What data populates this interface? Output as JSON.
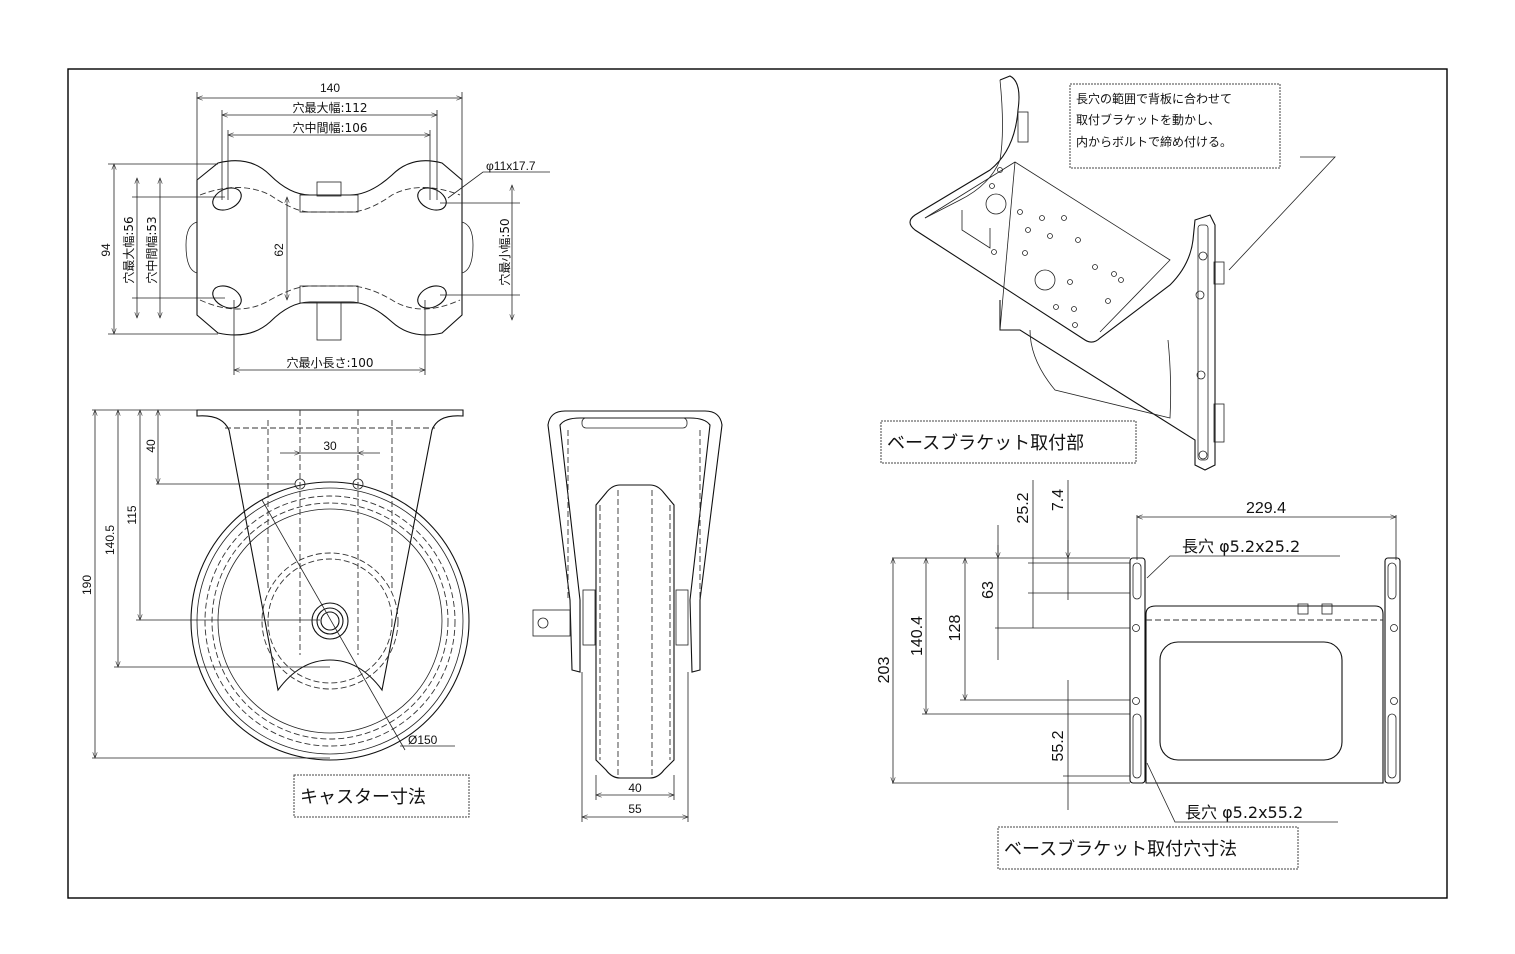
{
  "drawing": {
    "title_caster": "キャスター寸法",
    "title_bracket_part": "ベースブラケット取付部",
    "title_bracket_holes": "ベースブラケット取付穴寸法",
    "note_lines": [
      "長穴の範囲で背板に合わせて",
      "取付ブラケットを動かし、",
      "内からボルトで締め付ける。"
    ]
  },
  "top_view": {
    "overall_width": "140",
    "hole_max_width": "穴最大幅:112",
    "hole_mid_width": "穴中間幅:106",
    "hole_min_length": "穴最小長さ:100",
    "overall_depth": "94",
    "hole_max_depth": "穴最大幅:56",
    "hole_mid_depth": "穴中間幅:53",
    "hole_min_depth": "穴最小幅:50",
    "inner_span": "62",
    "hole_size": "φ11x17.7"
  },
  "front_view": {
    "overall_height": "190",
    "axle_height": "140.5",
    "hole_to_axle": "115",
    "top_to_hole": "40",
    "hole_pitch": "30",
    "wheel_diameter": "Ø150"
  },
  "side_view": {
    "tread_width": "40",
    "bracket_width": "55"
  },
  "bracket_holes": {
    "overall_width": "229.4",
    "overall_height": "203",
    "dim_140_4": "140.4",
    "dim_128": "128",
    "dim_63": "63",
    "dim_25_2": "25.2",
    "dim_7_4": "7.4",
    "dim_55_2": "55.2",
    "slot_upper": "長穴 φ5.2x25.2",
    "slot_lower": "長穴 φ5.2x55.2"
  }
}
